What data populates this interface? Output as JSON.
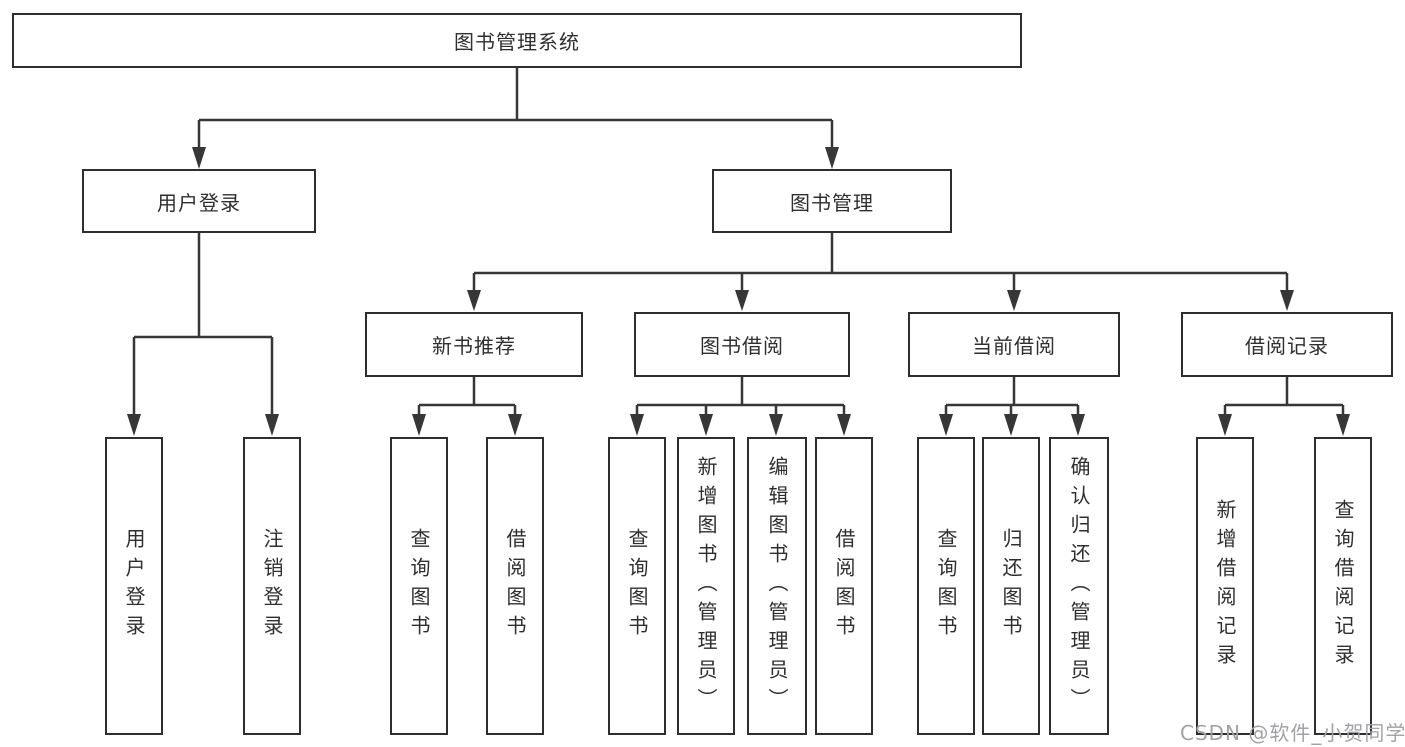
{
  "tree": {
    "root": {
      "label": "图书管理系统"
    },
    "branches": [
      {
        "label": "用户登录",
        "children": [
          {
            "label": "用户登录"
          },
          {
            "label": "注销登录"
          }
        ]
      },
      {
        "label": "图书管理",
        "children": [
          {
            "label": "新书推荐",
            "children": [
              {
                "label": "查询图书"
              },
              {
                "label": "借阅图书"
              }
            ]
          },
          {
            "label": "图书借阅",
            "children": [
              {
                "label": "查询图书"
              },
              {
                "label": "新增图书（管理员）"
              },
              {
                "label": "编辑图书（管理员）"
              },
              {
                "label": "借阅图书"
              }
            ]
          },
          {
            "label": "当前借阅",
            "children": [
              {
                "label": "查询图书"
              },
              {
                "label": "归还图书"
              },
              {
                "label": "确认归还（管理员）"
              }
            ]
          },
          {
            "label": "借阅记录",
            "children": [
              {
                "label": "新增借阅记录"
              },
              {
                "label": "查询借阅记录"
              }
            ]
          }
        ]
      }
    ]
  },
  "watermark": "CSDN @软件_小贺同学",
  "colors": {
    "line": "#373737",
    "box_border": "#2e2e2e",
    "text": "#2f2f2f",
    "background": "#ffffff",
    "watermark": "#a2a2a6"
  }
}
